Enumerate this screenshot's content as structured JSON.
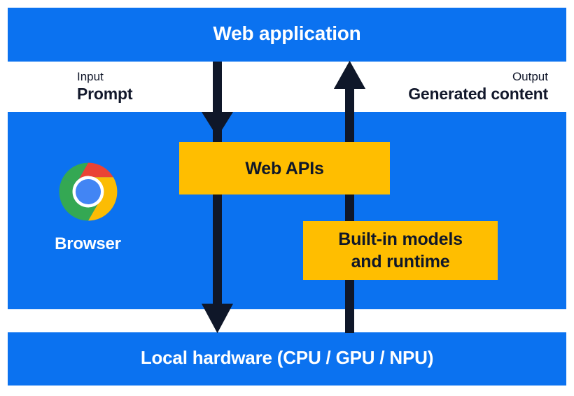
{
  "colors": {
    "blue": "#0b72f0",
    "amber": "#FFBE00",
    "arrow_dark": "#0f1729",
    "text_dark": "#12182b",
    "text_light": "#ffffff",
    "background": "#ffffff"
  },
  "bands": {
    "top": {
      "label": "Web application"
    },
    "middle": {
      "browser_label": "Browser",
      "browser_icon": "chrome-logo-icon"
    },
    "bottom": {
      "label": "Local hardware (CPU / GPU / NPU)"
    }
  },
  "boxes": {
    "web_apis": {
      "label": "Web APIs"
    },
    "builtin_models": {
      "label": "Built-in models\nand runtime"
    }
  },
  "captions": {
    "input": {
      "kicker": "Input",
      "title": "Prompt"
    },
    "output": {
      "kicker": "Output",
      "title": "Generated content"
    }
  },
  "arrows": {
    "downstream": {
      "name": "prompt-down-arrow",
      "direction": "down",
      "from": "Web application",
      "to": "Local hardware (CPU / GPU / NPU)"
    },
    "upstream": {
      "name": "generated-content-up-arrow",
      "direction": "up",
      "from": "Local hardware (CPU / GPU / NPU)",
      "to": "Web application"
    }
  },
  "chrome_logo": {
    "red": "#EA4335",
    "yellow": "#FBBC04",
    "green": "#34A853",
    "blue": "#4285F4",
    "ring": "#ffffff"
  }
}
